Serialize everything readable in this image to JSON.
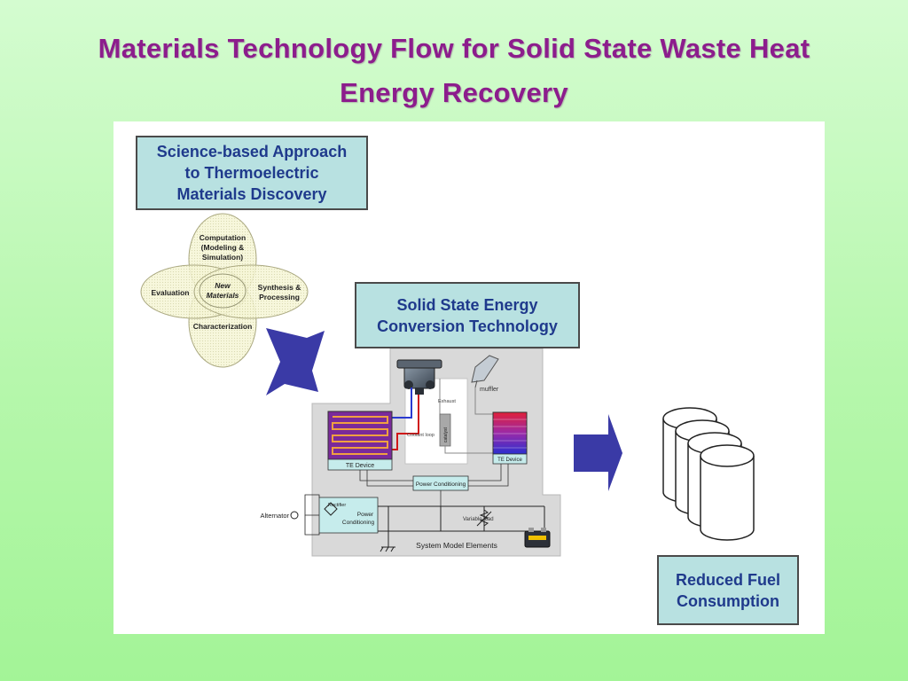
{
  "slide": {
    "title_line1": "Materials Technology Flow for Solid State Waste Heat",
    "title_line2": "Energy Recovery"
  },
  "science_box": {
    "line1": "Science-based Approach",
    "line2": "to Thermoelectric",
    "line3": "Materials Discovery"
  },
  "venn": {
    "top_line1": "Computation",
    "top_line2": "(Modeling &",
    "top_line3": "Simulation)",
    "left": "Evaluation",
    "right_line1": "Synthesis &",
    "right_line2": "Processing",
    "bottom": "Characterization",
    "center_line1": "New",
    "center_line2": "Materials"
  },
  "solid_box": {
    "line1": "Solid State Energy",
    "line2": "Conversion Technology"
  },
  "system": {
    "muffler": "muffler",
    "exhaust": "Exhaust",
    "coolant_loop": "Coolant loop",
    "catalyst": "catalyst",
    "te_device_left": "TE Device",
    "te_device_right": "TE Device",
    "power_conditioning_top": "Power Conditioning",
    "rectifier": "Rectifier",
    "power_line1": "Power",
    "power_line2": "Conditioning",
    "alternator": "Alternator",
    "variable_load": "Variable load",
    "caption": "System Model Elements"
  },
  "fuel_box": {
    "line1": "Reduced Fuel",
    "line2": "Consumption"
  },
  "colors": {
    "title": "#8c1d8c",
    "box_fill": "#b8e1e1",
    "box_text": "#1f3a8c",
    "arrow": "#3a3aa6",
    "system_bg": "#d9d9d9"
  }
}
